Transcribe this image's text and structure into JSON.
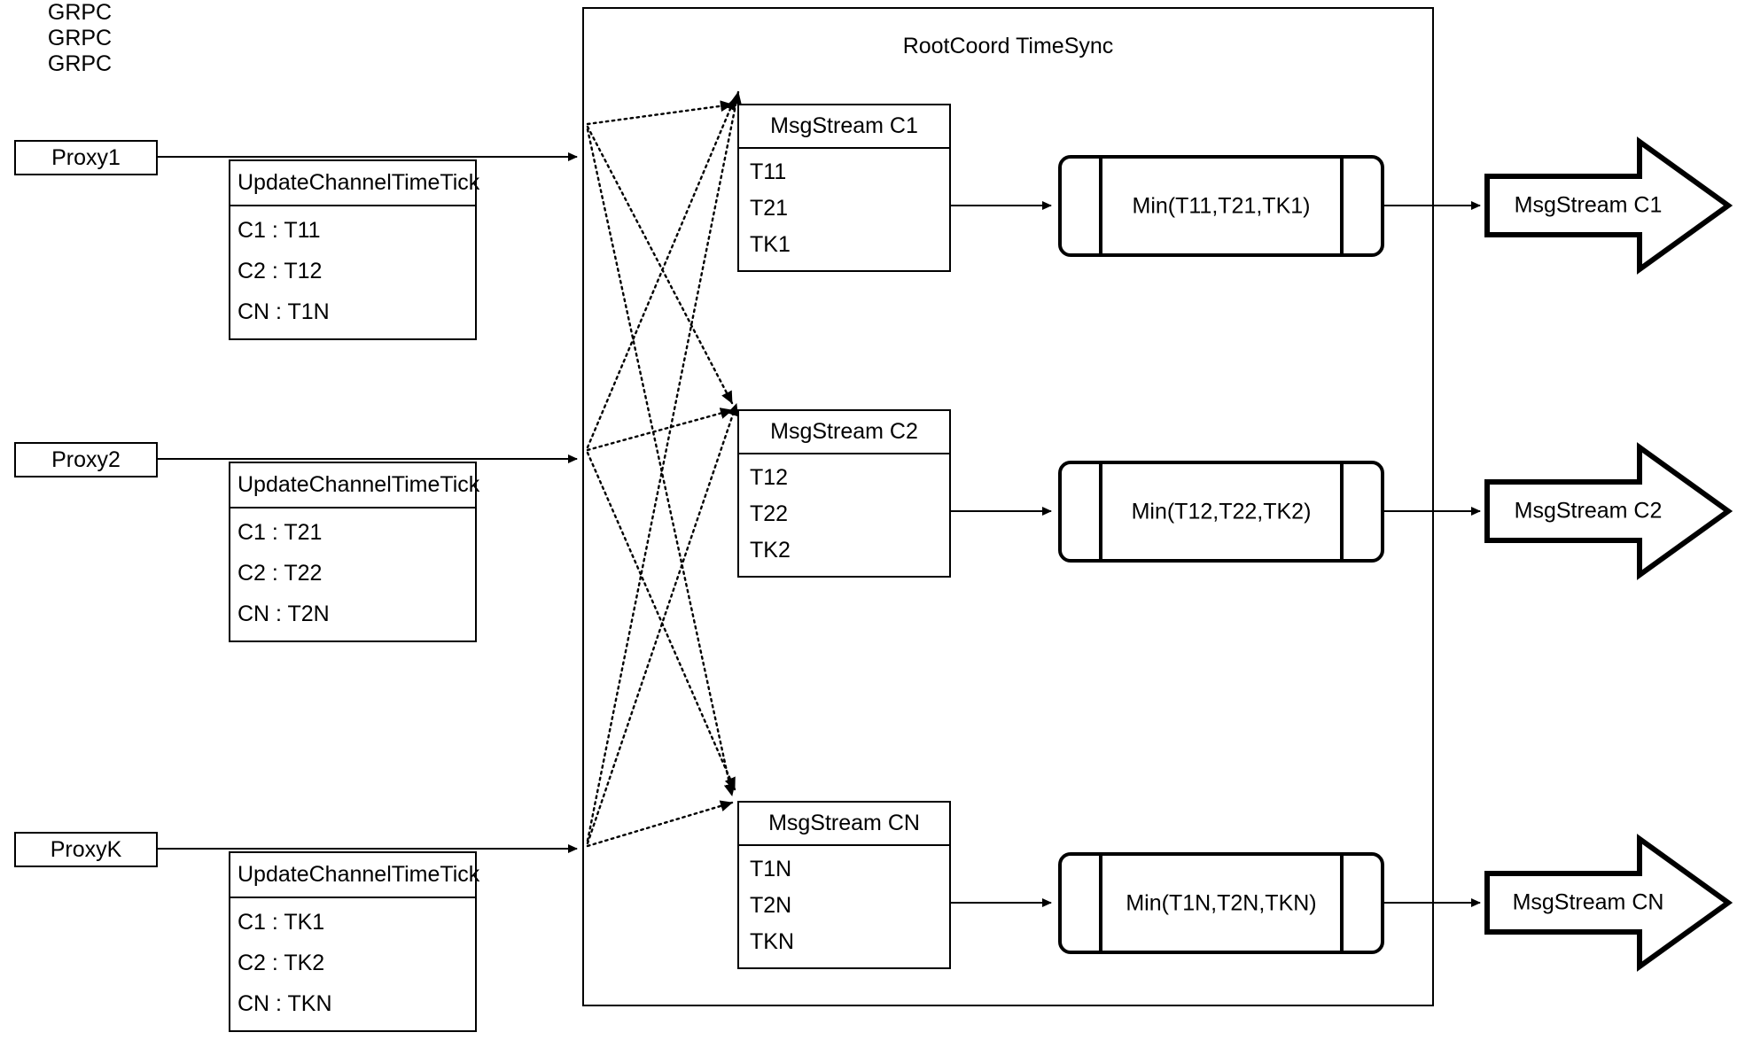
{
  "diagram": {
    "title": "RootCoord TimeSync",
    "container_label": "RootCoord TimeSync",
    "colors": {
      "stroke": "#000000",
      "background": "#ffffff"
    }
  },
  "proxies": [
    {
      "name": "Proxy1",
      "link_label": "GRPC",
      "table": {
        "header": "UpdateChannelTimeTick",
        "rows": [
          "C1 :  T11",
          "C2 :  T12",
          "CN : T1N"
        ]
      }
    },
    {
      "name": "Proxy2",
      "link_label": "GRPC",
      "table": {
        "header": "UpdateChannelTimeTick",
        "rows": [
          "C1 :  T21",
          "C2 :  T22",
          "CN : T2N"
        ]
      }
    },
    {
      "name": "ProxyK",
      "link_label": "GRPC",
      "table": {
        "header": "UpdateChannelTimeTick",
        "rows": [
          "C1 :  TK1",
          "C2 :  TK2",
          "CN : TKN"
        ]
      }
    }
  ],
  "msgstreams": [
    {
      "header": "MsgStream C1",
      "rows": [
        "T11",
        "T21",
        "TK1"
      ]
    },
    {
      "header": "MsgStream C2",
      "rows": [
        "T12",
        "T22",
        "TK2"
      ]
    },
    {
      "header": "MsgStream CN",
      "rows": [
        "T1N",
        "T2N",
        "TKN"
      ]
    }
  ],
  "processors": [
    {
      "label": "Min(T11,T21,TK1)"
    },
    {
      "label": "Min(T12,T22,TK2)"
    },
    {
      "label": "Min(T1N,T2N,TKN)"
    }
  ],
  "outputs": [
    {
      "label": "MsgStream C1"
    },
    {
      "label": "MsgStream C2"
    },
    {
      "label": "MsgStream CN"
    }
  ]
}
